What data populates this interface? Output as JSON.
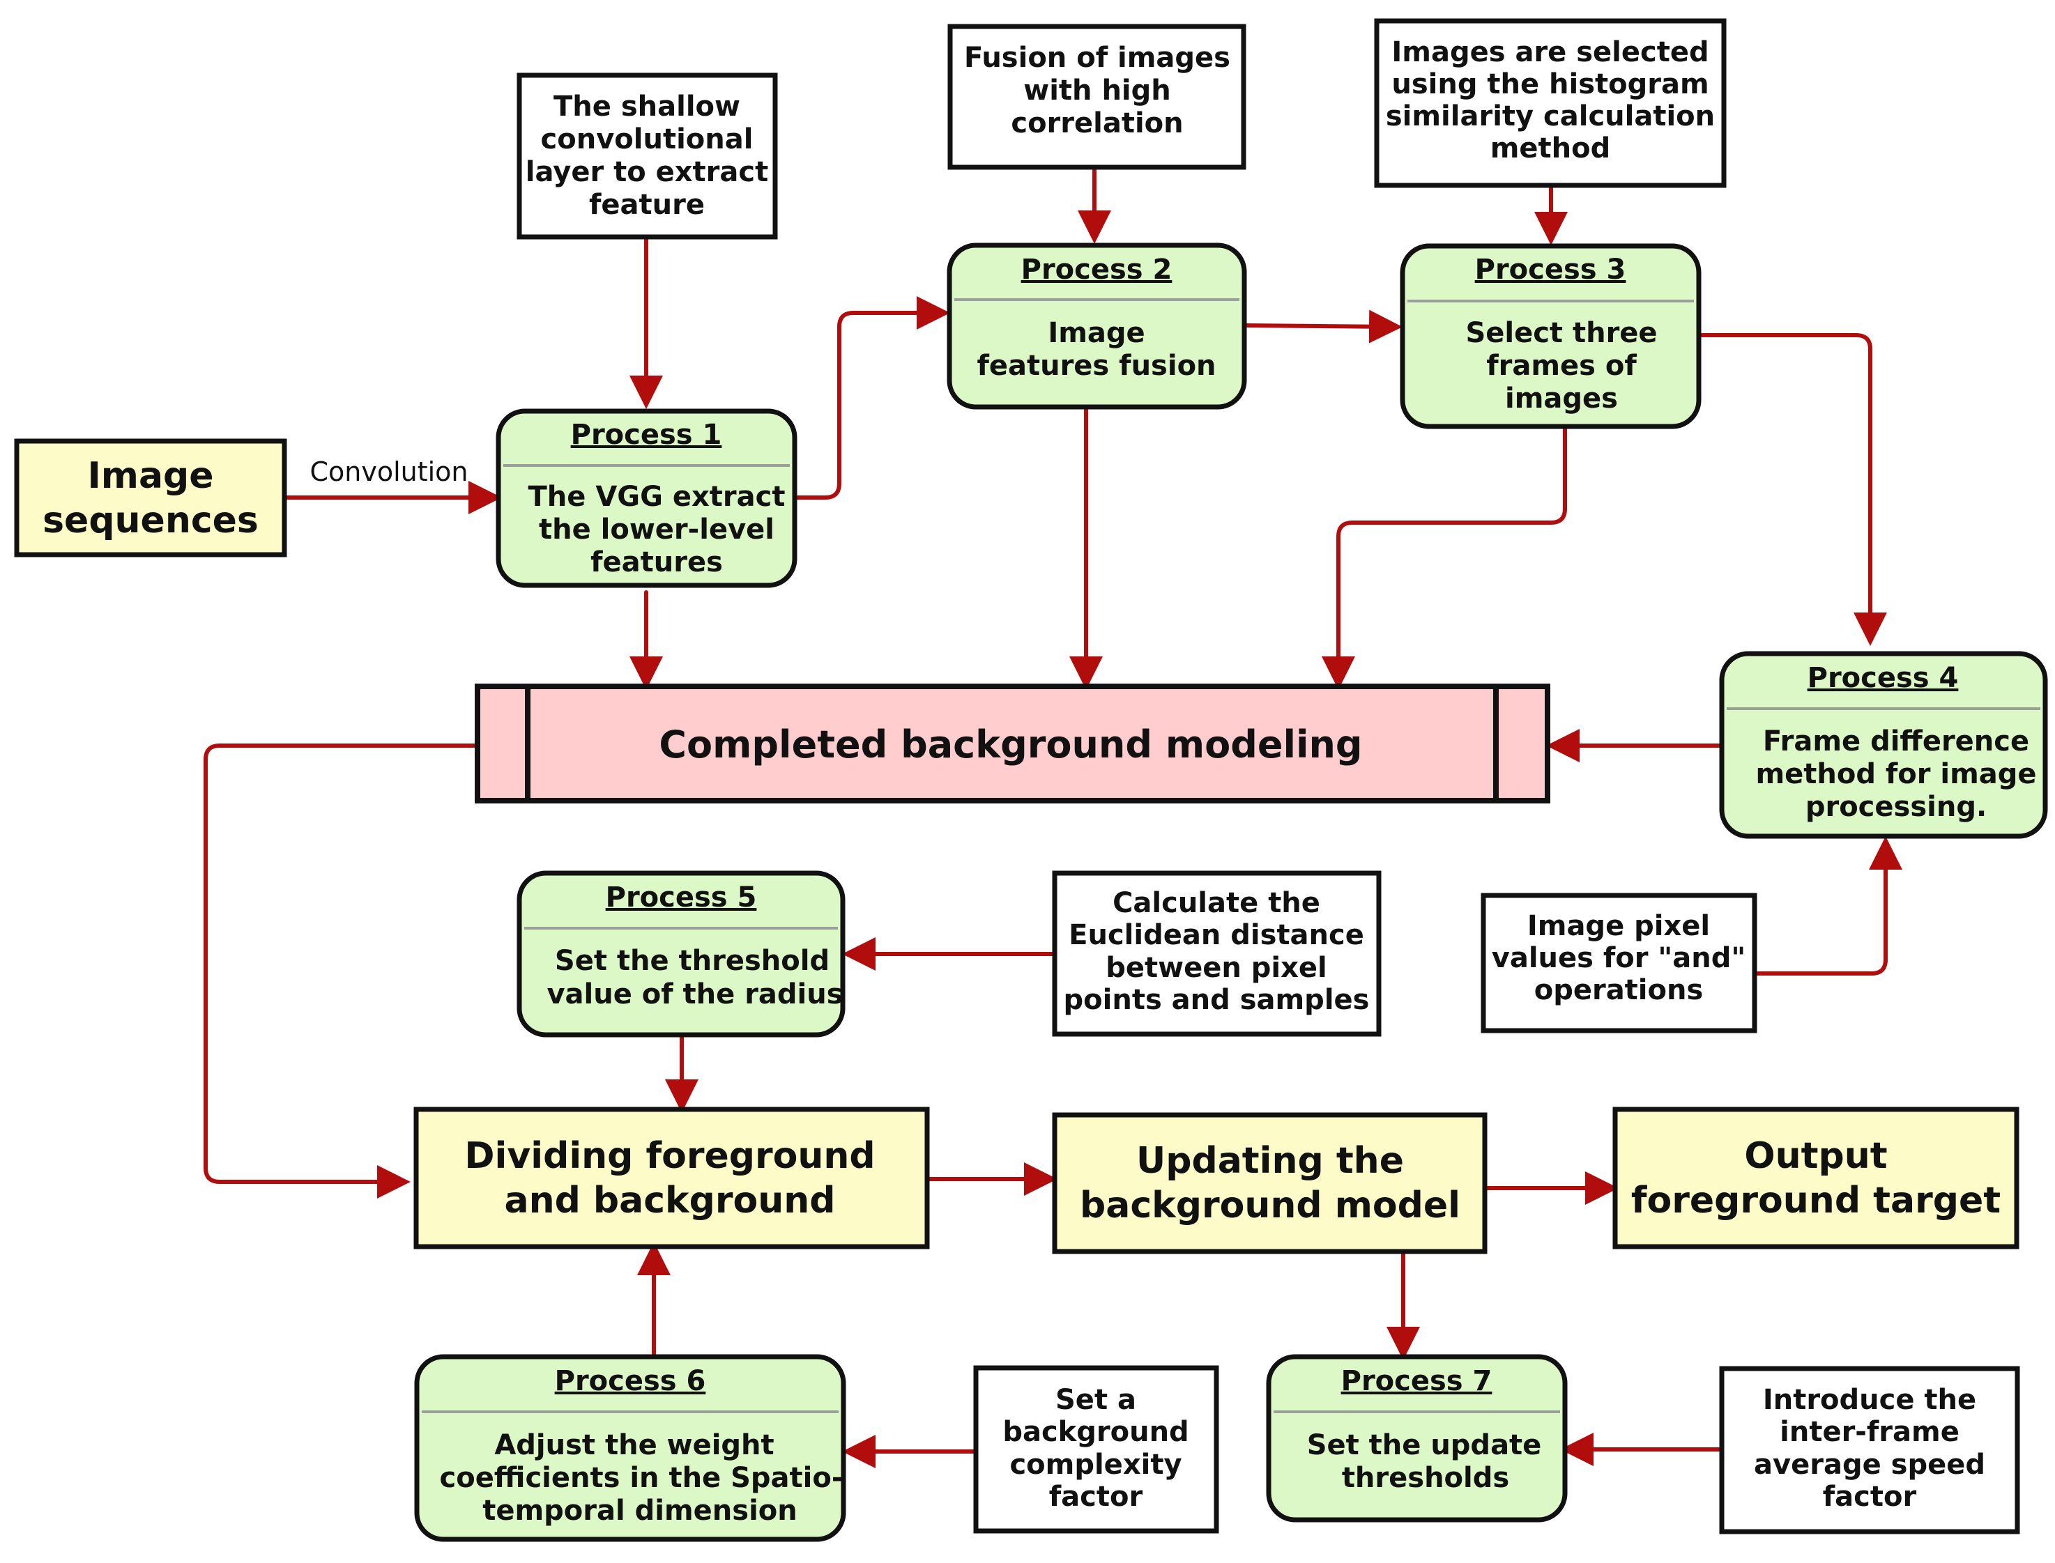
{
  "input": {
    "line1": "Image",
    "line2": "sequences"
  },
  "edge_label": "Convolution",
  "notes": {
    "shallow": [
      "The shallow",
      "convolutional",
      "layer to extract",
      "feature"
    ],
    "fusion": [
      "Fusion of images",
      "with high",
      "correlation"
    ],
    "histogram": [
      "Images are selected",
      "using the histogram",
      "similarity calculation",
      "method"
    ],
    "euclidean": [
      "Calculate the",
      "Euclidean distance",
      "between pixel",
      "points and samples"
    ],
    "pixel_and": [
      "Image pixel",
      "values for \"and\"",
      "operations"
    ],
    "complexity": [
      "Set a",
      "background",
      "complexity",
      "factor"
    ],
    "speed": [
      "Introduce the",
      "inter-frame",
      "average speed",
      "factor"
    ]
  },
  "processes": {
    "p1": {
      "title": "Process 1",
      "lines": [
        "The VGG extract",
        "the lower-level",
        "features"
      ]
    },
    "p2": {
      "title": "Process 2",
      "lines": [
        "Image",
        "features fusion"
      ]
    },
    "p3": {
      "title": "Process 3",
      "lines": [
        "Select three",
        "frames of",
        "images"
      ]
    },
    "p4": {
      "title": "Process 4",
      "lines": [
        "Frame difference",
        "method for image",
        "processing."
      ]
    },
    "p5": {
      "title": "Process 5",
      "lines": [
        "Set the threshold",
        "value of the radius"
      ]
    },
    "p6": {
      "title": "Process 6",
      "lines": [
        "Adjust the weight",
        "coefficients in the Spatio-",
        "temporal dimension"
      ]
    },
    "p7": {
      "title": "Process 7",
      "lines": [
        "Set the update",
        "thresholds"
      ]
    }
  },
  "background_model": "Completed background modeling",
  "stages": {
    "dividing": [
      "Dividing foreground",
      "and background"
    ],
    "updating": [
      "Updating the",
      "background model"
    ],
    "output": [
      "Output",
      "foreground target"
    ]
  },
  "colors": {
    "arrow": "#b10d0d",
    "process_fill": "#dbf8c6",
    "stage_fill": "#fdfbc8",
    "background_model_fill": "#ffcdcd"
  }
}
